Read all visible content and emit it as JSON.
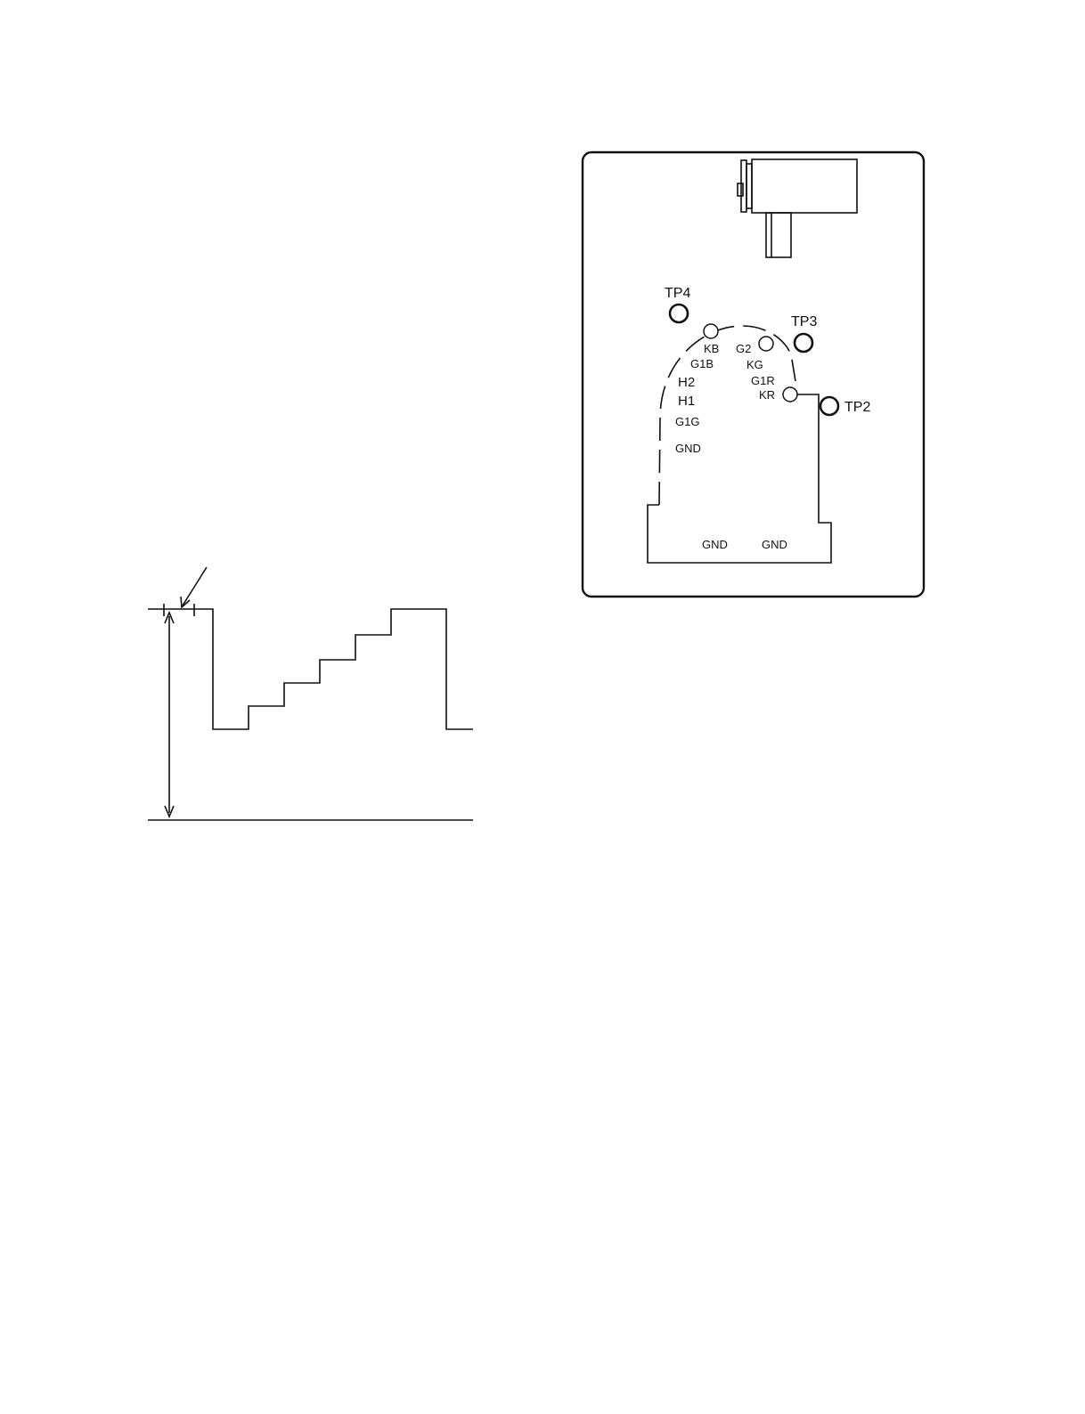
{
  "board": {
    "test_points": {
      "tp4": "TP4",
      "tp3": "TP3",
      "tp2": "TP2"
    },
    "socket_pins": {
      "kb": "KB",
      "g1b": "G1B",
      "h2": "H2",
      "h1": "H1",
      "g1g": "G1G",
      "gnd_pin": "GND",
      "g2": "G2",
      "kg": "KG",
      "g1r": "G1R",
      "kr": "KR"
    },
    "ground_labels": {
      "left": "GND",
      "right": "GND"
    }
  },
  "waveform": {
    "steps": 5,
    "has_pulse_width_marker": true,
    "has_amplitude_arrow": true
  }
}
